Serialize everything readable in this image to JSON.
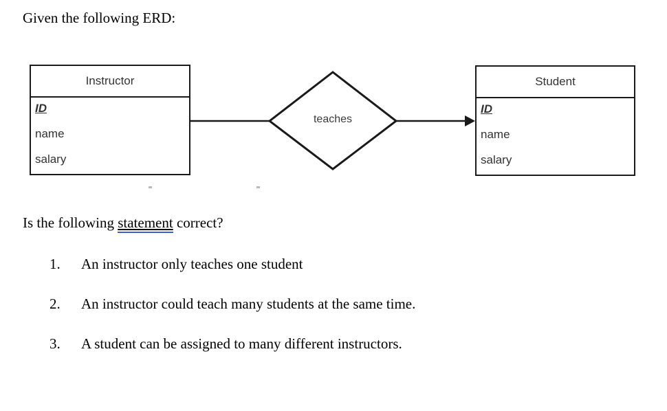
{
  "intro": {
    "text": "Given the following ERD:"
  },
  "diagram": {
    "type": "erd",
    "entities": [
      {
        "name": "instructor",
        "title": "Instructor",
        "attributes": [
          {
            "label": "ID",
            "key": true
          },
          {
            "label": "name",
            "key": false
          },
          {
            "label": "salary",
            "key": false
          }
        ]
      },
      {
        "name": "student",
        "title": "Student",
        "attributes": [
          {
            "label": "ID",
            "key": true
          },
          {
            "label": "name",
            "key": false
          },
          {
            "label": "salary",
            "key": false
          }
        ]
      }
    ],
    "relationship": {
      "label": "teaches",
      "from": "Instructor",
      "to": "Student",
      "arrow_direction": "to-student"
    },
    "line_color": "#1a1a1a"
  },
  "question": {
    "prefix": "Is the following ",
    "link_word": "statement",
    "suffix": " correct?",
    "link_color": "#3a5fcd"
  },
  "statements": [
    {
      "number": "1.",
      "text": "An instructor only teaches one student"
    },
    {
      "number": "2.",
      "text": "An instructor could teach many students at the same time."
    },
    {
      "number": "3.",
      "text": "A student can be assigned to many different instructors."
    }
  ]
}
